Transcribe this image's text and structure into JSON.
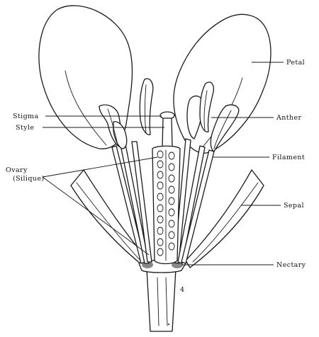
{
  "diagram": {
    "labels": {
      "petal": "Petal",
      "stigma": "Stigma",
      "anther": "Anther",
      "style": "Style",
      "filament": "Filament",
      "ovary_line1": "Ovary",
      "ovary_line2": "(Silique)",
      "sepal": "Sepal",
      "nectary": "Nectary"
    },
    "annotation_mark": "4"
  }
}
